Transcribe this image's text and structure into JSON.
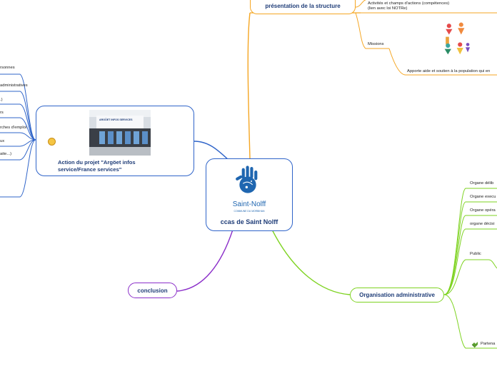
{
  "central": {
    "title": "ccas de Saint Nolff",
    "logo_text": "Saint-Nolff",
    "logo_subtext": "COMMUNE DU MORBIHAN"
  },
  "branches": {
    "presentation": {
      "title": "présentation de la structure",
      "children": [
        "Activités et champs d'actions (compétences)(lien avec loi NOTRe)",
        "Missions"
      ],
      "missions_note": "Apporte aide et soutien à la population qui en"
    },
    "action": {
      "title": "Action du projet  \"Argöet infos service/France services\"",
      "photo_sign": "ARGÖET INFOS SERVICES",
      "leaves": [
        "rsonnes",
        "administratives",
        ".)",
        "rs",
        "rches d'emploi",
        "ux",
        "aite...)"
      ]
    },
    "organisation": {
      "title": "Organisation administrative",
      "children": [
        "Organe délib",
        "Organe execu",
        "Organe opéra",
        "organe décisi",
        "Public",
        "Partena"
      ]
    },
    "conclusion": {
      "title": "conclusion"
    }
  },
  "colors": {
    "presentation": "#f5a623",
    "organisation": "#7ed321",
    "action": "#2f64c9",
    "conclusion": "#8b2fc9",
    "title_text": "#1f3d78"
  }
}
